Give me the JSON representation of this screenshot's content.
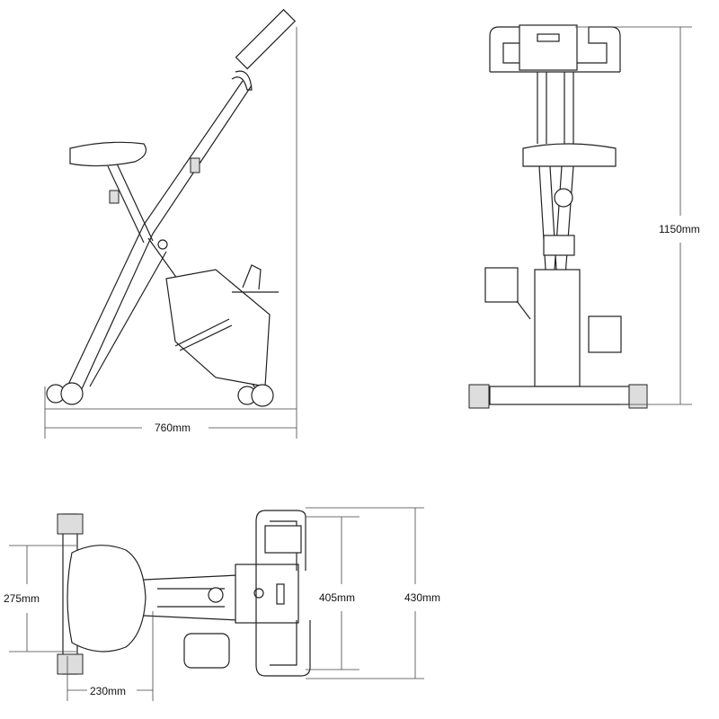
{
  "dimensions": {
    "side_length": "760mm",
    "front_height": "1150mm",
    "top_seat_width": "275mm",
    "top_offset": "230mm",
    "top_handle_width": "405mm",
    "top_total_width": "430mm"
  }
}
